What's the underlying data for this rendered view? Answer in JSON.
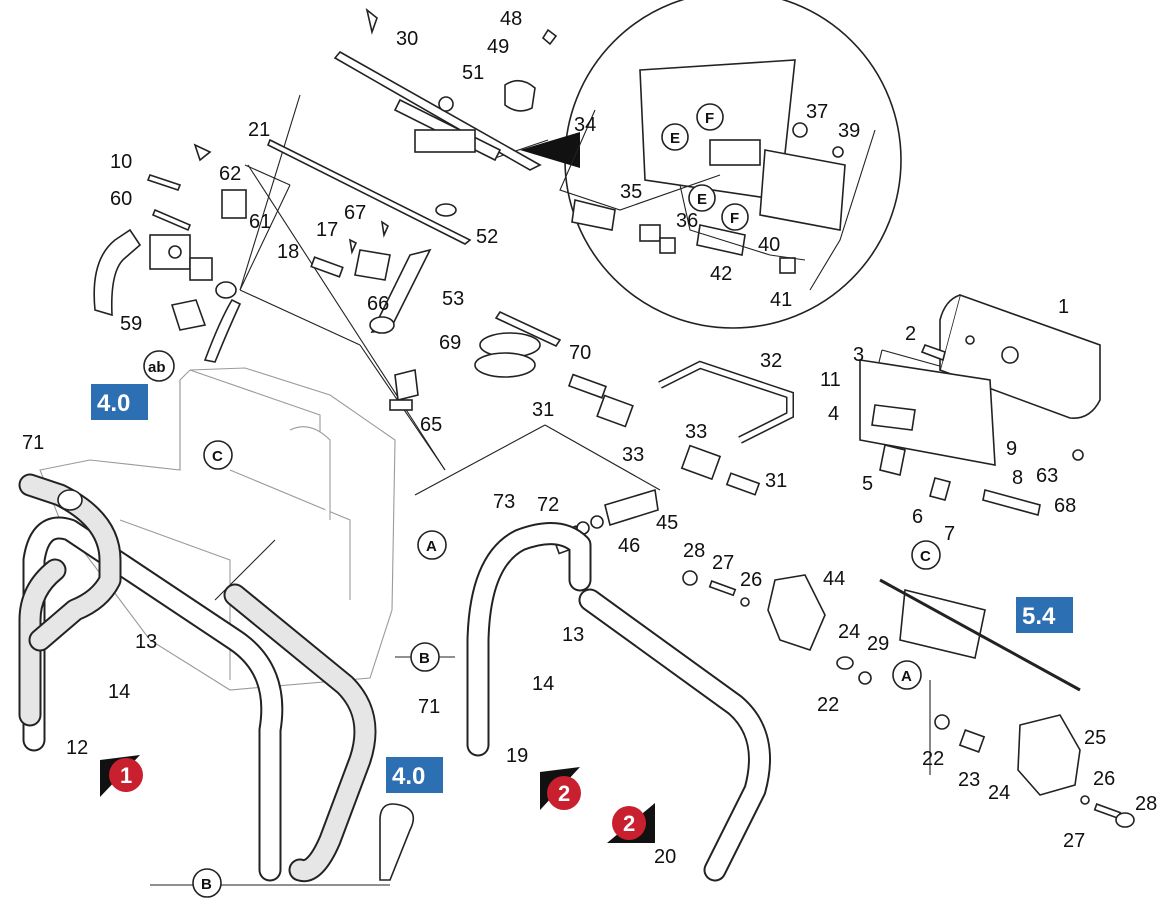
{
  "part_numbers": {
    "p1": "1",
    "p2": "2",
    "p3": "3",
    "p4": "4",
    "p5": "5",
    "p6": "6",
    "p7": "7",
    "p8": "8",
    "p9": "9",
    "p10": "10",
    "p11": "11",
    "p12": "12",
    "p13a": "13",
    "p13b": "13",
    "p14a": "14",
    "p14b": "14",
    "p17": "17",
    "p18": "18",
    "p19": "19",
    "p20": "20",
    "p21": "21",
    "p22a": "22",
    "p22b": "22",
    "p23": "23",
    "p24a": "24",
    "p24b": "24",
    "p25": "25",
    "p26a": "26",
    "p26b": "26",
    "p27a": "27",
    "p27b": "27",
    "p28a": "28",
    "p28b": "28",
    "p29": "29",
    "p30": "30",
    "p31a": "31",
    "p31b": "31",
    "p32": "32",
    "p33a": "33",
    "p33b": "33",
    "p34": "34",
    "p35": "35",
    "p36": "36",
    "p37": "37",
    "p39": "39",
    "p40": "40",
    "p41": "41",
    "p42": "42",
    "p44": "44",
    "p45": "45",
    "p46": "46",
    "p48": "48",
    "p49": "49",
    "p51": "51",
    "p52": "52",
    "p53": "53",
    "p59": "59",
    "p60": "60",
    "p61": "61",
    "p62": "62",
    "p63": "63",
    "p65": "65",
    "p66": "66",
    "p67": "67",
    "p68": "68",
    "p69": "69",
    "p70": "70",
    "p71a": "71",
    "p71b": "71",
    "p72": "72",
    "p73": "73"
  },
  "reference_circles": {
    "A1": "A",
    "A2": "A",
    "B1": "B",
    "B2": "B",
    "C1": "C",
    "C2": "C",
    "E1": "E",
    "E2": "E",
    "F1": "F",
    "F2": "F",
    "ab": "ab"
  },
  "section_boxes": {
    "s1": "4.0",
    "s2": "4.0",
    "s3": "5.4"
  },
  "variant_badges": {
    "v1": "1",
    "v2": "2",
    "v3": "2"
  },
  "colors": {
    "section_box": "#2d6fb3",
    "badge": "#c8202e",
    "line": "#222222"
  }
}
